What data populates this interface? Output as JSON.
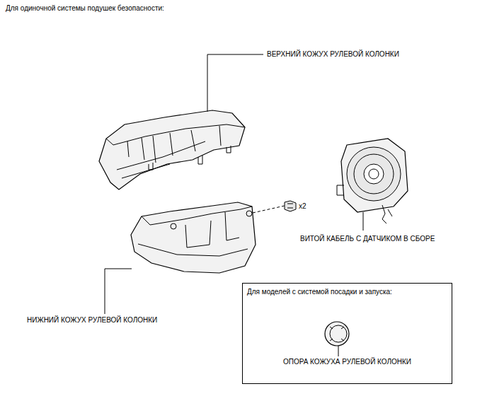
{
  "diagram": {
    "title": "Для одиночной системы подушек безопасности:",
    "nodes": [
      {
        "text": [
          "Для моделей с системой посадки и запуска:",
          "ОПОРА КОЖУХА РУЛЕВОЙ КОЛОНКИ"
        ]
      }
    ],
    "labels": [
      "ВЕРХНИЙ КОЖУХ РУЛЕВОЙ КОЛОНКИ",
      "x2",
      "ВИТОЙ КАБЕЛЬ С ДАТЧИКОМ В СБОРЕ",
      "НИЖНИЙ КОЖУХ РУЛЕВОЙ КОЛОНКИ"
    ]
  }
}
